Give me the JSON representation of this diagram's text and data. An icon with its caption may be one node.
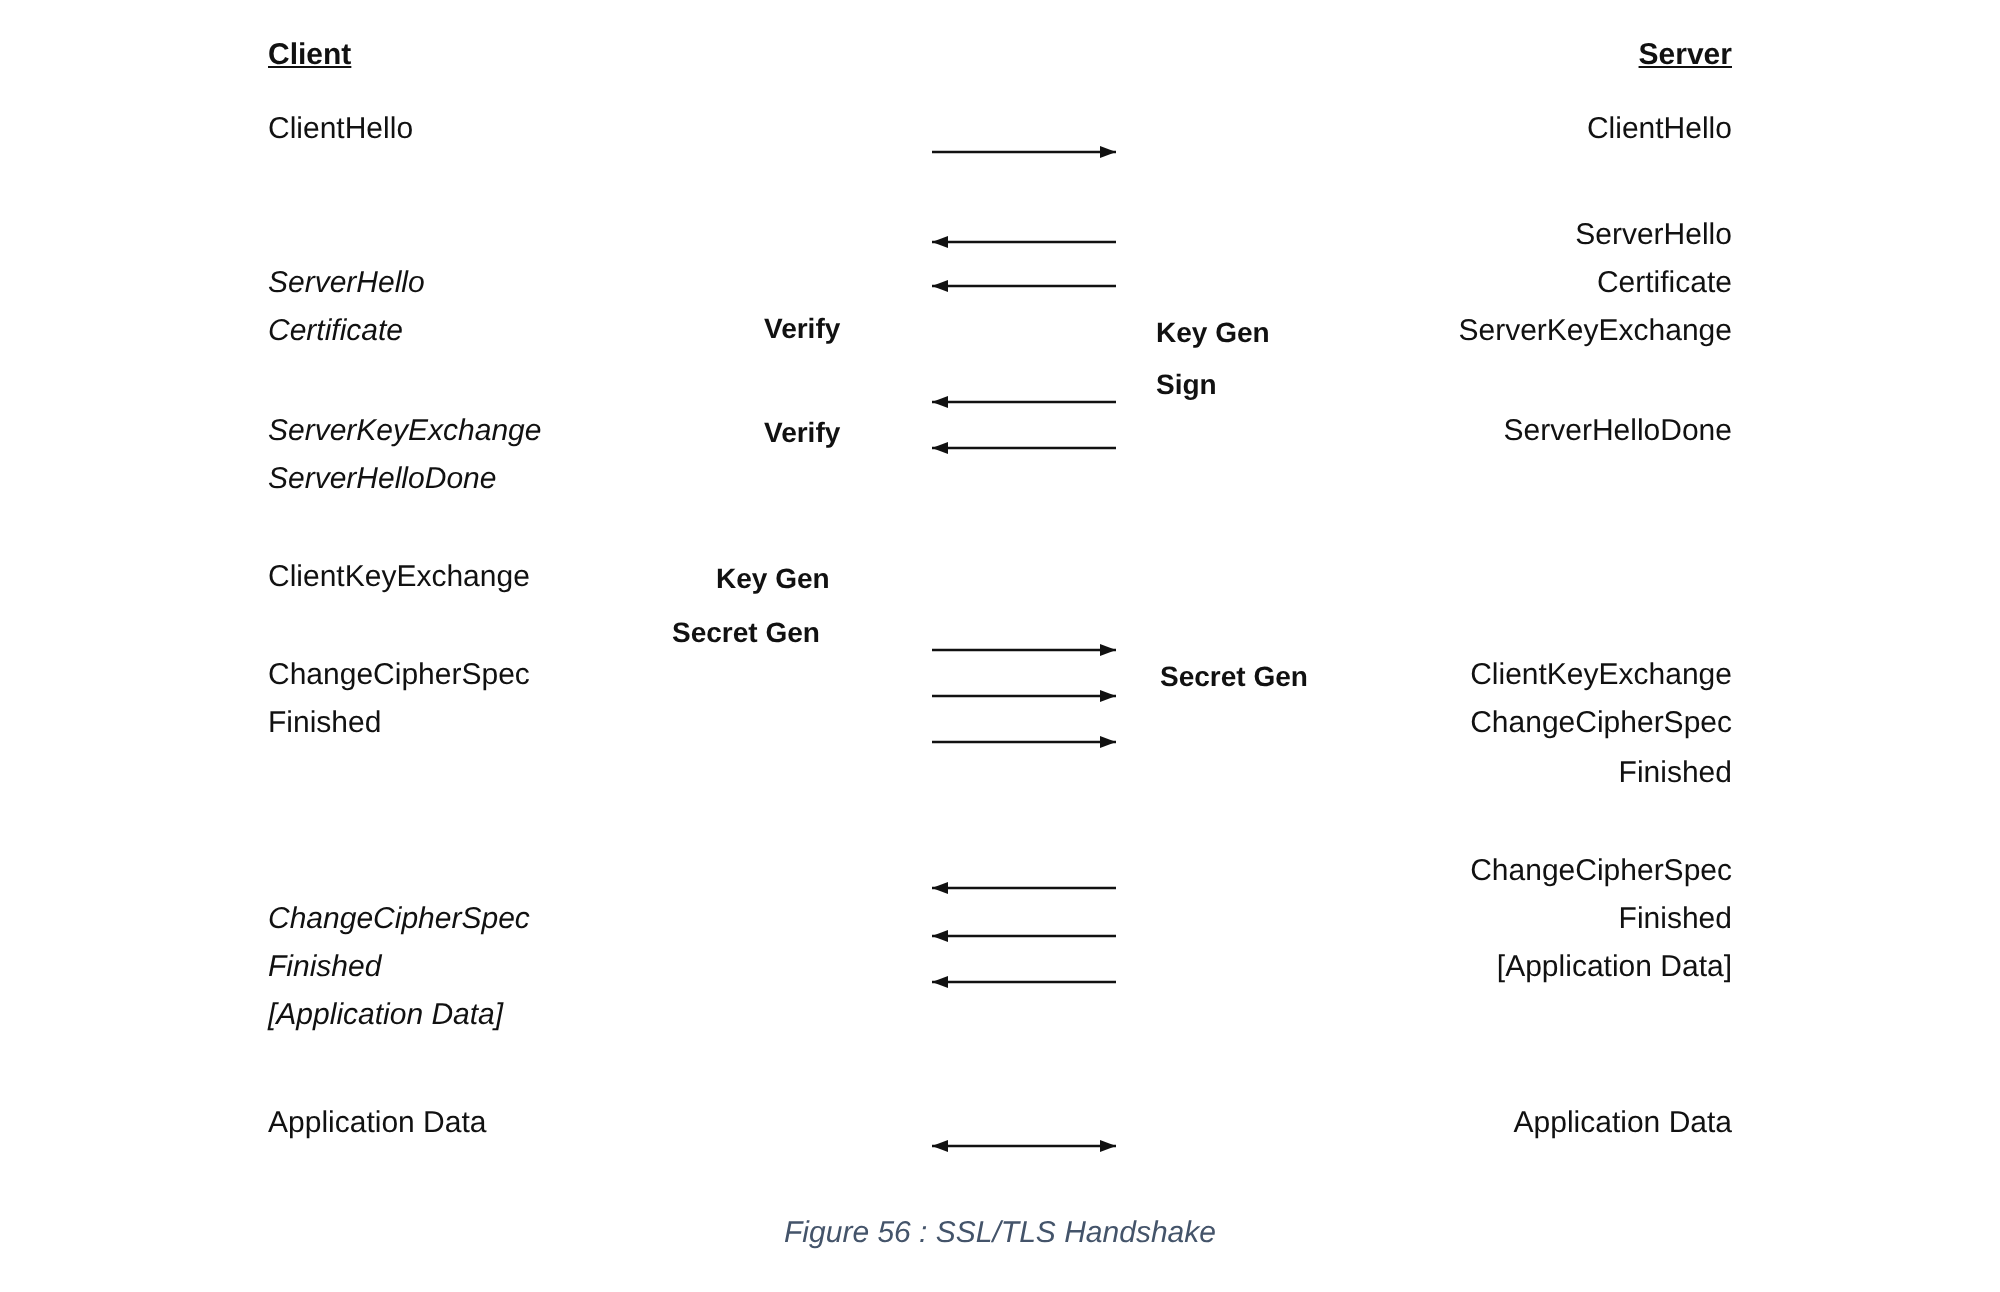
{
  "diagram": {
    "caption": "Figure 56 : SSL/TLS Handshake",
    "labels": [
      "Client",
      "Server",
      "ClientHello",
      "ClientHello",
      "ServerHello",
      "ServerHello",
      "Certificate",
      "Certificate",
      "Verify",
      "Key Gen",
      "ServerKeyExchange",
      "Sign",
      "ServerKeyExchange",
      "Verify",
      "ServerHelloDone",
      "ServerHelloDone",
      "ClientKeyExchange",
      "Key Gen",
      "Secret Gen",
      "ChangeCipherSpec",
      "Secret Gen",
      "ClientKeyExchange",
      "Finished",
      "ChangeCipherSpec",
      "Finished",
      "ChangeCipherSpec",
      "ChangeCipherSpec",
      "Finished",
      "Finished",
      "[Application Data]",
      "[Application Data]",
      "Application Data",
      "Application Data"
    ]
  }
}
